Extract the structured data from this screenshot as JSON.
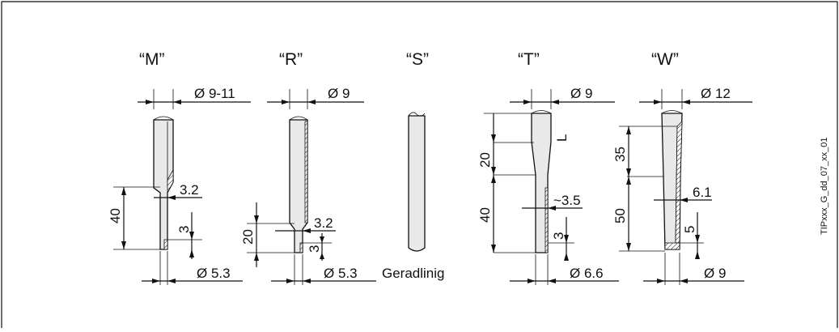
{
  "labels": {
    "m": "“M”",
    "r": "“R”",
    "s": "“S”",
    "t": "“T”",
    "w": "“W”"
  },
  "dimensions": {
    "m_top_dia": "Ø 9-11",
    "m_tip_thickness": "3.2",
    "m_length": "40",
    "m_tip": "3",
    "m_bottom_dia": "Ø 5.3",
    "r_top_dia": "Ø 9",
    "r_tip_thickness": "3.2",
    "r_length": "20",
    "r_tip": "3",
    "r_bottom_dia": "Ø 5.3",
    "s_name": "Geradlinig",
    "t_top_dia": "Ø 9",
    "t_L": "L",
    "t_upper_length": "20",
    "t_lower_length": "40",
    "t_tip_thickness": "~3.5",
    "t_tip": "3",
    "t_bottom_dia": "Ø 6.6",
    "w_top_dia": "Ø 12",
    "w_upper_length": "35",
    "w_thickness": "6.1",
    "w_lower_length": "50",
    "w_tip": "5",
    "w_bottom_dia": "Ø 9"
  },
  "drawing_code": "TIPxxx_G_dd_07_xx_01"
}
